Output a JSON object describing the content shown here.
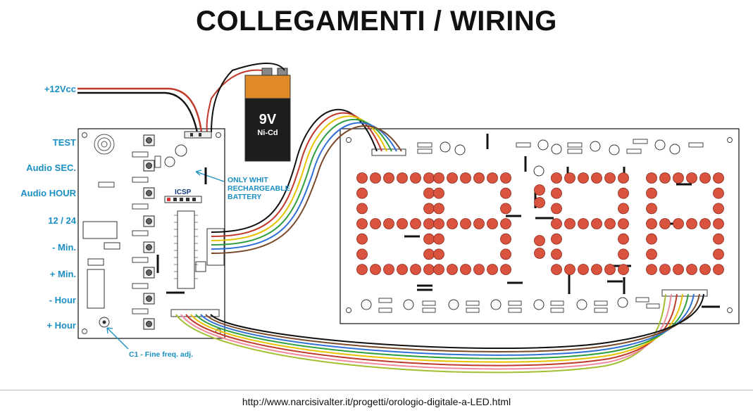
{
  "title": "COLLEGAMENTI / WIRING",
  "inputs": {
    "power": "+12Vcc",
    "test": "TEST",
    "audio_sec": "Audio SEC.",
    "audio_hour": "Audio HOUR",
    "mode_12_24": "12 / 24",
    "minus_min": "- Min.",
    "plus_min": "+ Min.",
    "minus_hour": "- Hour",
    "plus_hour": "+ Hour"
  },
  "battery": {
    "voltage": "9V",
    "type": "Ni-Cd",
    "note_line1": "ONLY WHIT",
    "note_line2": "RECHARGEABLE",
    "note_line3": "BATTERY"
  },
  "icsp_label": "ICSP",
  "c1_note": "C1 - Fine freq. adj.",
  "footer_url": "http://www.narcisivalter.it/progetti/orologio-digitale-a-LED.html",
  "colors": {
    "accent_blue": "#1a8fc4",
    "led_red": "#d9533f",
    "wire_colors": [
      "#111111",
      "#c0392b",
      "#e6c200",
      "#2e9e3e",
      "#2f6fd6",
      "#7b4a2a",
      "#f08aa0",
      "#a0c030"
    ]
  }
}
